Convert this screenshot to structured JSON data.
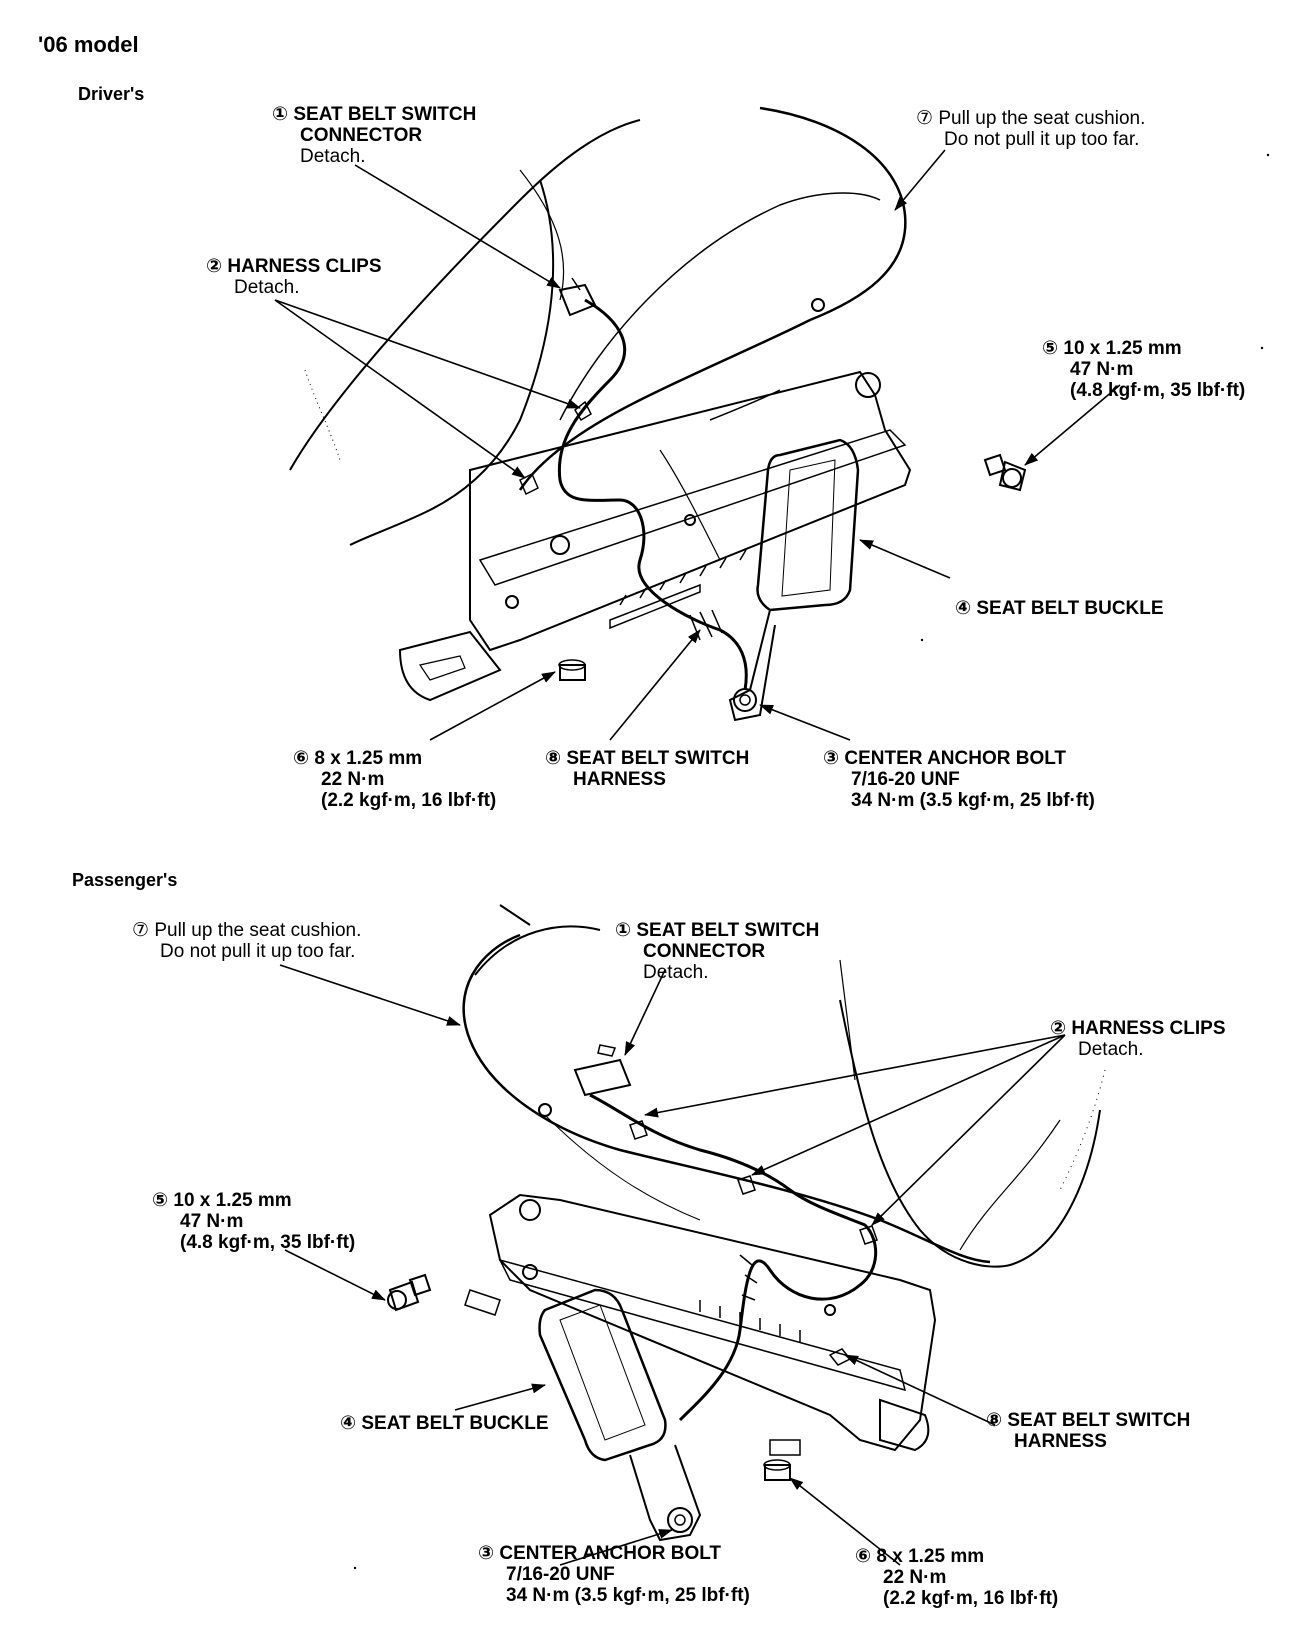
{
  "title": "'06 model",
  "drivers": {
    "heading": "Driver's",
    "c1": {
      "num": "①",
      "l1": "SEAT BELT SWITCH",
      "l2": "CONNECTOR",
      "l3": "Detach."
    },
    "c2": {
      "num": "②",
      "l1": "HARNESS CLIPS",
      "l2": "Detach."
    },
    "c7": {
      "num": "⑦",
      "l1": "Pull up the seat cushion.",
      "l2": "Do not pull it up too far."
    },
    "c5": {
      "num": "⑤",
      "l1": "10 x 1.25 mm",
      "l2": "47 N·m",
      "l3": "(4.8 kgf·m, 35 lbf·ft)"
    },
    "c4": {
      "num": "④",
      "l1": "SEAT BELT BUCKLE"
    },
    "c6": {
      "num": "⑥",
      "l1": "8 x 1.25 mm",
      "l2": "22 N·m",
      "l3": "(2.2 kgf·m, 16 lbf·ft)"
    },
    "c8": {
      "num": "⑧",
      "l1": "SEAT BELT SWITCH",
      "l2": "HARNESS"
    },
    "c3": {
      "num": "③",
      "l1": "CENTER ANCHOR BOLT",
      "l2": "7/16-20 UNF",
      "l3": "34 N·m (3.5 kgf·m, 25 lbf·ft)"
    }
  },
  "passengers": {
    "heading": "Passenger's",
    "c7": {
      "num": "⑦",
      "l1": "Pull up the seat cushion.",
      "l2": "Do not pull it up too far."
    },
    "c1": {
      "num": "①",
      "l1": "SEAT BELT SWITCH",
      "l2": "CONNECTOR",
      "l3": "Detach."
    },
    "c2": {
      "num": "②",
      "l1": "HARNESS CLIPS",
      "l2": "Detach."
    },
    "c5": {
      "num": "⑤",
      "l1": "10 x 1.25 mm",
      "l2": "47 N·m",
      "l3": "(4.8 kgf·m, 35 lbf·ft)"
    },
    "c4": {
      "num": "④",
      "l1": "SEAT BELT BUCKLE"
    },
    "c8": {
      "num": "⑧",
      "l1": "SEAT BELT SWITCH",
      "l2": "HARNESS"
    },
    "c3": {
      "num": "③",
      "l1": "CENTER ANCHOR BOLT",
      "l2": "7/16-20 UNF",
      "l3": "34 N·m (3.5 kgf·m, 25 lbf·ft)"
    },
    "c6": {
      "num": "⑥",
      "l1": "8 x 1.25 mm",
      "l2": "22 N·m",
      "l3": "(2.2 kgf·m, 16 lbf·ft)"
    }
  }
}
